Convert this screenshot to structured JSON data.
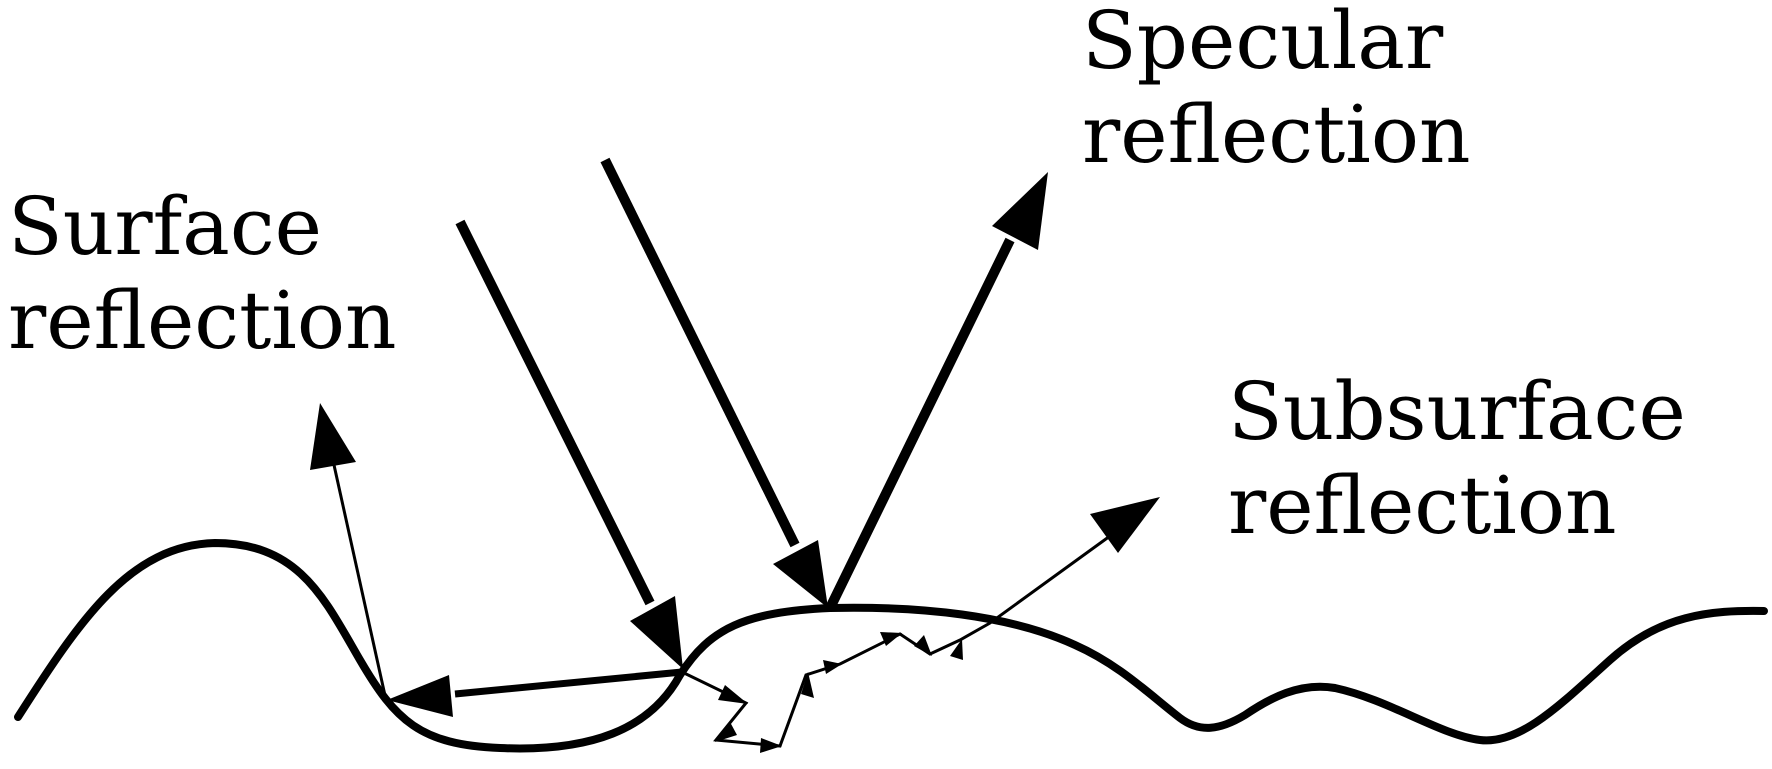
{
  "labels": {
    "specular": {
      "line1": "Specular",
      "line2": "reflection"
    },
    "surface": {
      "line1": "Surface",
      "line2": "reflection"
    },
    "subsurface": {
      "line1": "Subsurface",
      "line2": "reflection"
    }
  },
  "colors": {
    "ink": "#000000",
    "background": "#ffffff"
  }
}
